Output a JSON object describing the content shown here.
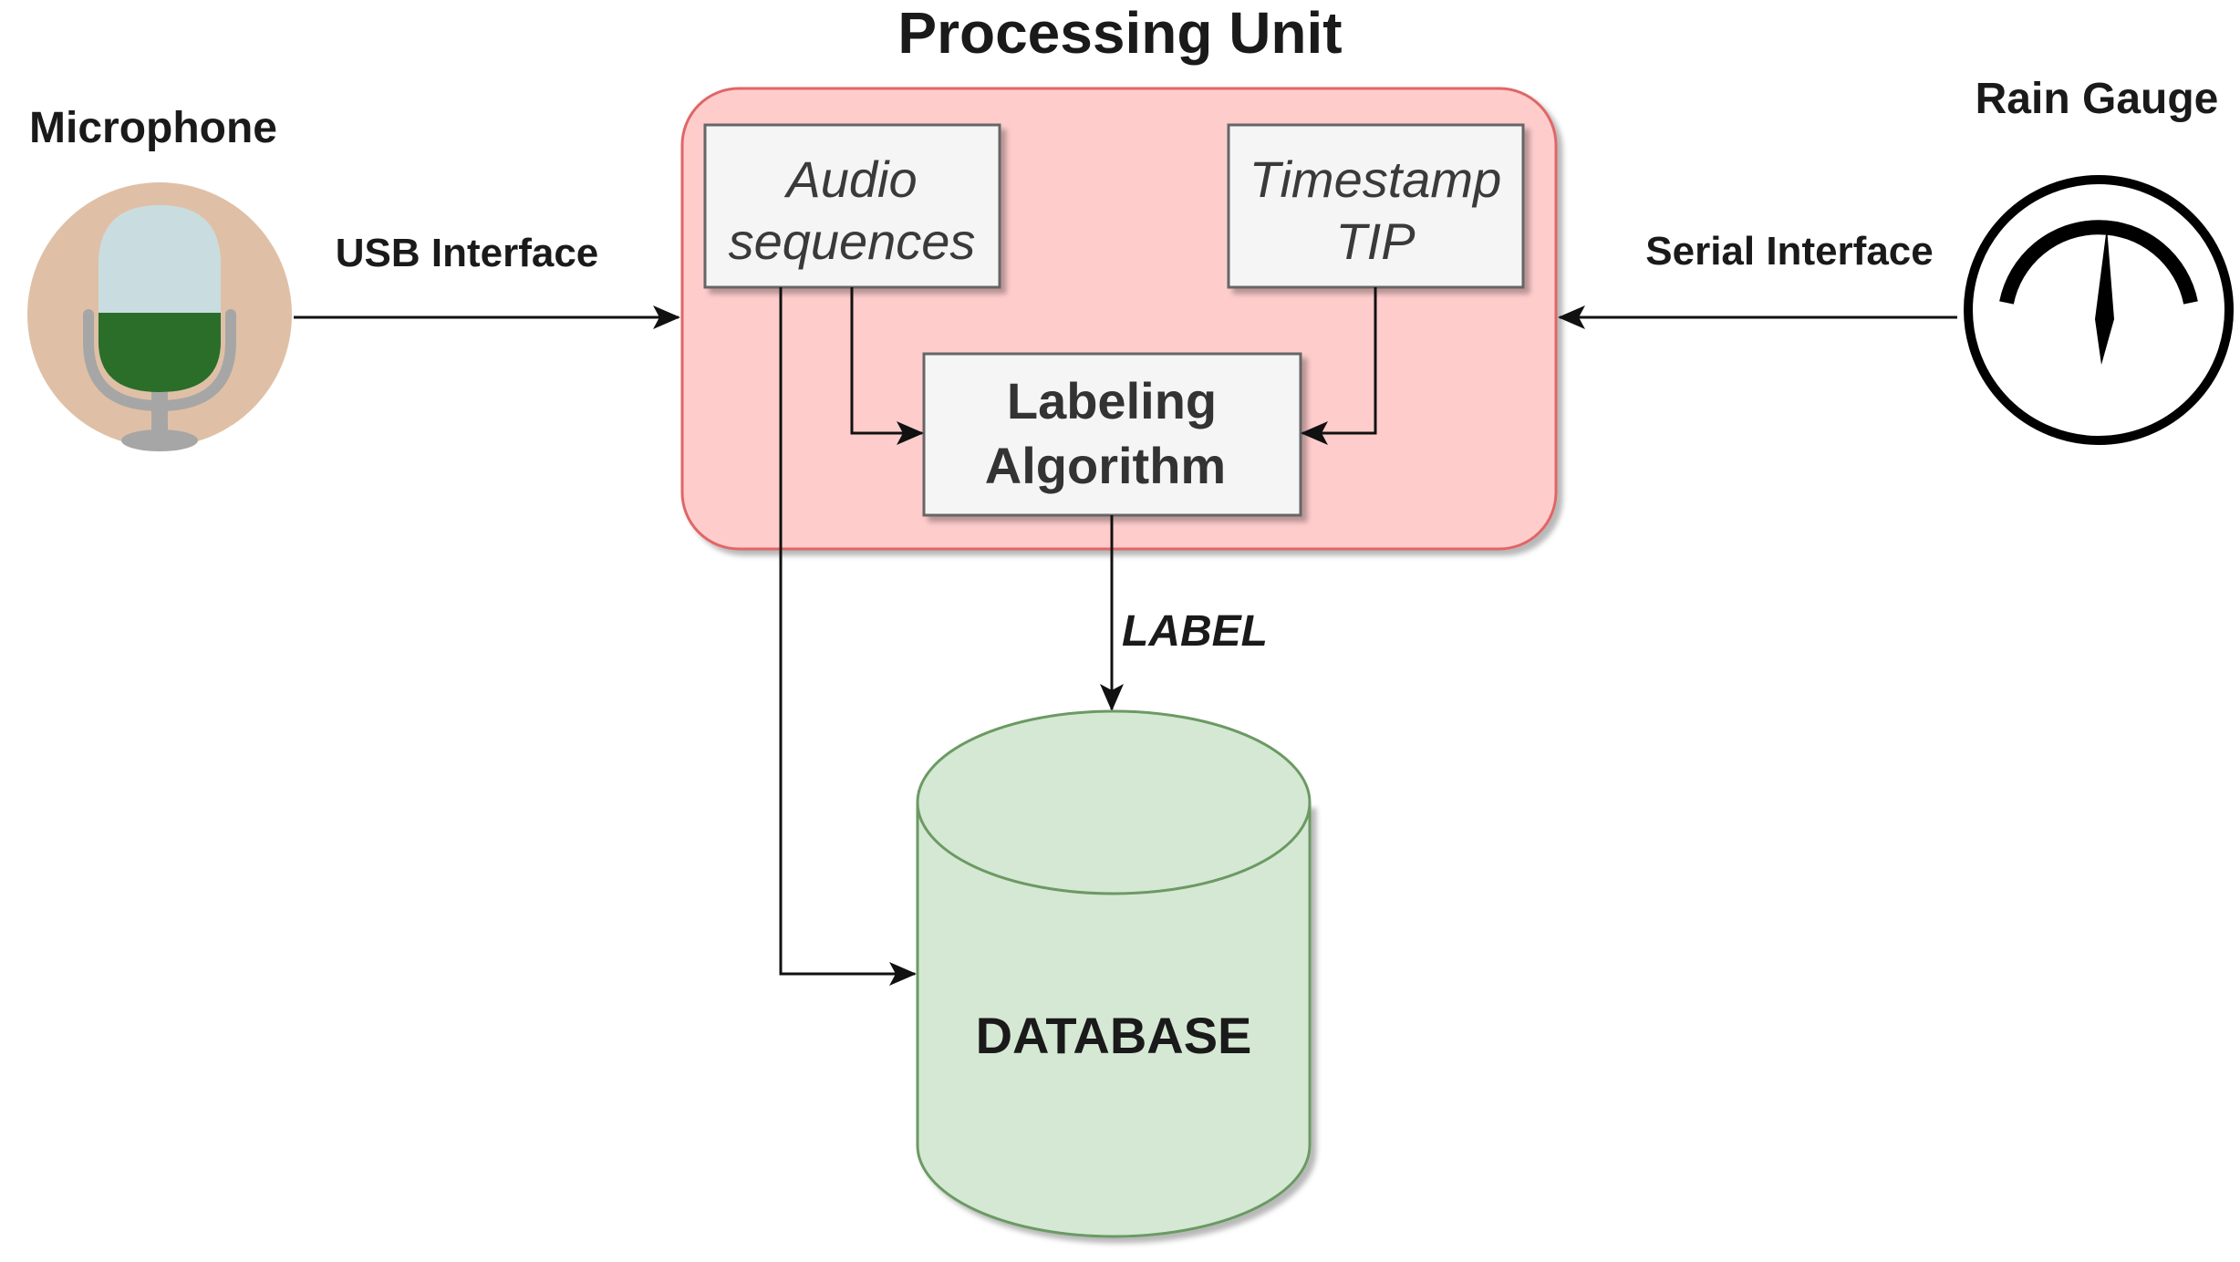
{
  "title": "Processing Unit",
  "devices": {
    "microphone": {
      "label": "Microphone"
    },
    "rain_gauge": {
      "label": "Rain Gauge"
    }
  },
  "interfaces": {
    "usb": "USB Interface",
    "serial": "Serial Interface"
  },
  "boxes": {
    "audio_sequences": {
      "line1": "Audio",
      "line2": "sequences"
    },
    "timestamp_tip": {
      "line1": "Timestamp",
      "line2": "TIP"
    },
    "labeling_algorithm": {
      "line1": "Labeling",
      "line2": "Algorithm"
    }
  },
  "edge_label": "LABEL",
  "database": {
    "label": "DATABASE"
  },
  "colors": {
    "processing_unit_fill": "#ffcccc",
    "processing_unit_stroke": "#e06666",
    "box_fill": "#f5f5f5",
    "box_stroke": "#666666",
    "database_fill": "#d5e8d4",
    "database_stroke": "#6b9a63",
    "mic_background": "#dfc0a6",
    "mic_head": "#c9dde0",
    "mic_body": "#2a6e2a",
    "mic_stand": "#a6a6a6"
  },
  "icons": [
    "microphone-icon",
    "gauge-icon"
  ]
}
